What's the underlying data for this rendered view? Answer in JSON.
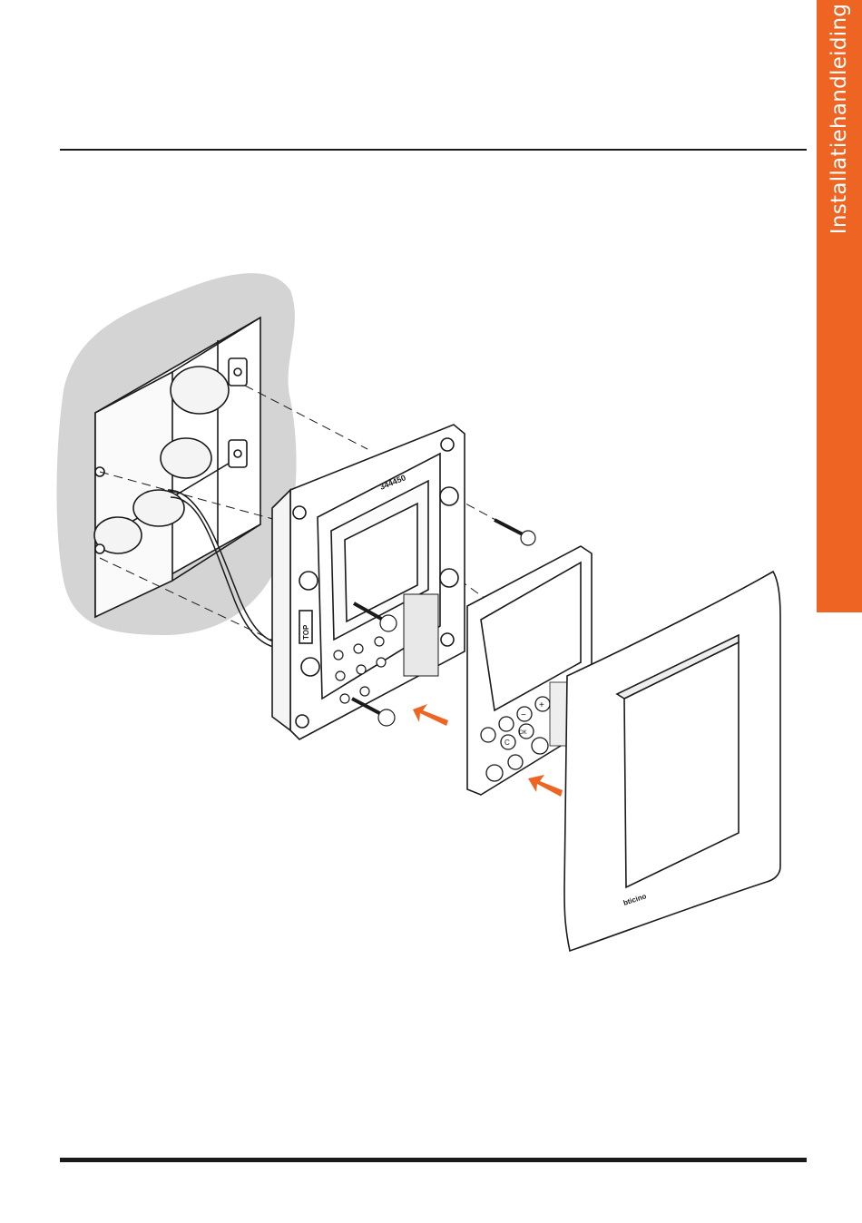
{
  "section_tab": {
    "label": "Installatiehandleiding",
    "color": "#ee6423"
  },
  "illustration": {
    "device_markings": {
      "module_code": "344450",
      "brand": "bticino",
      "orientation_label": "TOP"
    },
    "keypad_labels": [
      "+",
      "−",
      "OK",
      "C"
    ]
  },
  "colors": {
    "rule": "#1a1a1a",
    "wall": "#d4d4d4",
    "arrow": "#ee6423"
  }
}
